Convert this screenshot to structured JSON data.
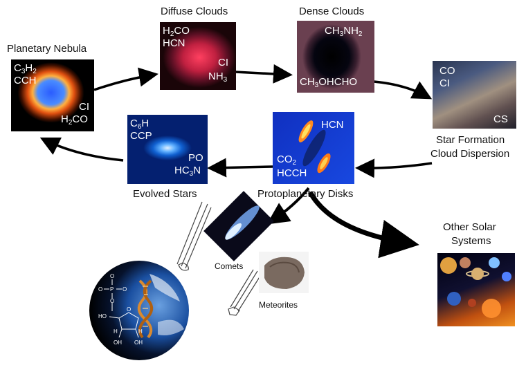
{
  "labels": {
    "planetary_nebula": "Planetary Nebula",
    "diffuse_clouds": "Diffuse Clouds",
    "dense_clouds": "Dense Clouds",
    "star_formation_line1": "Star Formation",
    "star_formation_line2": "Cloud Dispersion",
    "protoplanetary_disks": "Protoplanetary Disks",
    "evolved_stars": "Evolved Stars",
    "other_solar_line1": "Other Solar",
    "other_solar_line2": "Systems",
    "comets": "Comets",
    "meteorites": "Meteorites"
  },
  "molecules": {
    "planetary_nebula": {
      "c3h2": {
        "base1": "C",
        "sub1": "3",
        "base2": "H",
        "sub2": "2"
      },
      "cch": "CCH",
      "ci": "CI",
      "h2co": {
        "base1": "H",
        "sub1": "2",
        "base2": "CO"
      }
    },
    "diffuse_clouds": {
      "h2co": {
        "base1": "H",
        "sub1": "2",
        "base2": "CO"
      },
      "hcn": "HCN",
      "ci": "CI",
      "nh3": {
        "base1": "NH",
        "sub1": "3"
      }
    },
    "dense_clouds": {
      "ch3nh2": {
        "base1": "CH",
        "sub1": "3",
        "base2": "NH",
        "sub2": "2"
      },
      "ch3ohcho": {
        "base1": "CH",
        "sub1": "3",
        "base2": "OHCHO"
      }
    },
    "star_formation": {
      "co": "CO",
      "ci": "CI",
      "cs": "CS"
    },
    "protoplanetary": {
      "hcn": "HCN",
      "co2": {
        "base1": "CO",
        "sub1": "2"
      },
      "hcch": "HCCH"
    },
    "evolved_stars": {
      "c6h": {
        "base1": "C",
        "sub1": "6",
        "base2": "H"
      },
      "ccp": "CCP",
      "po": "PO",
      "hc3n": {
        "base1": "HC",
        "sub1": "3",
        "base2": "N"
      }
    }
  },
  "chemistry_glyphs": {
    "o_top": "O",
    "o_left": "O",
    "o_right": "O",
    "o_bottom": "O",
    "p": "P",
    "oh_left": "HO",
    "oh_bottom_left": "OH",
    "oh_bottom_right": "OH",
    "h_left": "H",
    "h_right": "H",
    "ring_o": "O"
  },
  "colors": {
    "arrow": "#000000",
    "molecule_text": "#ffffff",
    "label_text": "#111111"
  }
}
